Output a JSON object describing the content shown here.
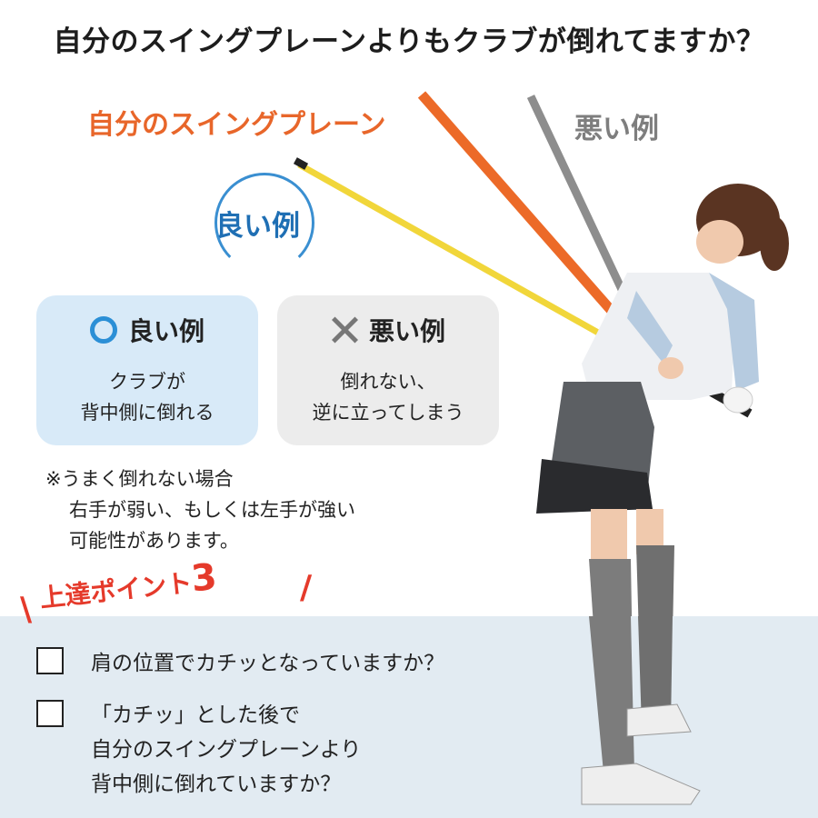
{
  "headline": "自分のスイングプレーンよりもクラブが倒れてますか？",
  "labels": {
    "swing_plane": "自分のスイングプレーン",
    "bad_example": "悪い例",
    "good_example": "良い例"
  },
  "cards": {
    "good": {
      "title": "良い例",
      "lines": [
        "クラブが",
        "背中側に倒れる"
      ]
    },
    "bad": {
      "title": "悪い例",
      "lines": [
        "倒れない、",
        "逆に立ってしまう"
      ]
    }
  },
  "note": {
    "line1": "※うまく倒れない場合",
    "line2": "右手が弱い、もしくは左手が強い",
    "line3": "可能性があります。"
  },
  "point": {
    "label": "上達ポイント",
    "number": "3"
  },
  "checklist": {
    "q1": "肩の位置でカチッとなっていますか？",
    "q2": [
      "「カチッ」とした後で",
      "自分のスイングプレーンより",
      "背中側に倒れていますか？"
    ]
  },
  "colors": {
    "orange": "#e8662a",
    "blue": "#2b8fd6",
    "gray": "#8a8a8a",
    "red": "#e53a2b",
    "band": "#e2ebf2"
  },
  "icons": [
    "circle-icon",
    "cross-icon",
    "checkbox-icon"
  ]
}
